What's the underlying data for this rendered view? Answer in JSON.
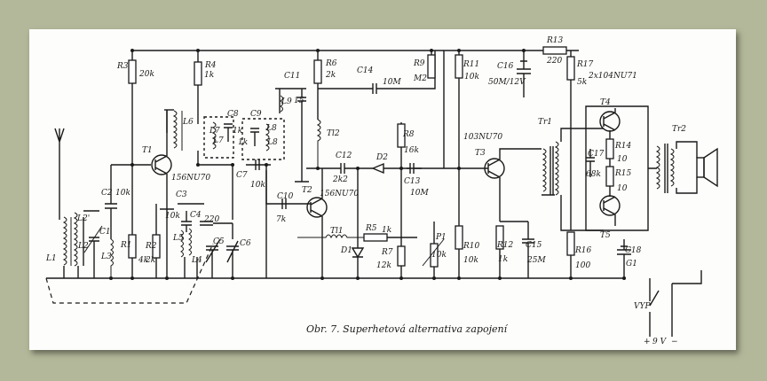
{
  "caption": "Obr. 7. Superhetová alternativa zapojení",
  "labels": {
    "R3": "R3",
    "R3v": "20k",
    "R4": "R4",
    "R4v": "1k",
    "R6": "R6",
    "R6v": "2k",
    "R9": "R9",
    "R9v": "M2",
    "R11": "R11",
    "R11v": "10k",
    "R13": "R13",
    "R13v": "220",
    "R17": "R17",
    "R17v": "5k",
    "C16": "C16",
    "C16v": "50M/12V",
    "C11": "C11",
    "C14": "C14",
    "C14v": "10M",
    "L9": "L9",
    "L9v": "15",
    "L6": "L6",
    "L7": "L7",
    "L7b": "L7",
    "L8": "L8",
    "L8b": "L8",
    "C8": "C8",
    "C8v": "1k",
    "C9": "C9",
    "C9v": "1k",
    "T1": "T1",
    "T1t": "156NU70",
    "T2": "T2",
    "T2t": "156NU70",
    "T3": "T3",
    "T3t": "103NU70",
    "T4": "T4",
    "T5": "T5",
    "T45t": "2x104NU71",
    "Tr1": "Tr1",
    "Tr2": "Tr2",
    "Tl2": "Tl2",
    "Tl1": "Tl1",
    "C2": "C2",
    "C2v": "10k",
    "C3": "C3",
    "C3v": "10k",
    "C4": "C4",
    "C4v": "220",
    "C5": "C5",
    "C6": "C6",
    "C7": "C7",
    "C7v": "10k",
    "C10": "C10",
    "C10v": "7k",
    "C12": "C12",
    "C12v": "2k2",
    "C13": "C13",
    "C13v": "10M",
    "C17": "C17",
    "C17v": "68k",
    "R14": "R14",
    "R14v": "10",
    "R15": "R15",
    "R15v": "10",
    "D2": "D2",
    "D1": "D1",
    "R8": "R8",
    "R8v": "16k",
    "R5": "R5",
    "R5v": "1k",
    "R7": "R7",
    "R7v": "12k",
    "P1": "P1",
    "P1v": "10k",
    "R1": "R1",
    "R1v": "4k",
    "R2": "R2",
    "R2v": "2k",
    "L1": "L1",
    "L2": "L2",
    "L2p": "L2'",
    "L3": "L3",
    "L4": "L4",
    "L5": "L5",
    "C1": "C1",
    "R10": "R10",
    "R10v": "10k",
    "R12": "R12",
    "R12v": "1k",
    "C15": "C15",
    "C15v": "25M",
    "R16": "R16",
    "R16v": "100",
    "C18": "C18",
    "C18v": "G1",
    "VYP": "VYP",
    "bat": "9 V"
  },
  "colors": {
    "background": "#b3b89a",
    "paper": "#fdfdfb",
    "ink": "#1a1a1a"
  }
}
